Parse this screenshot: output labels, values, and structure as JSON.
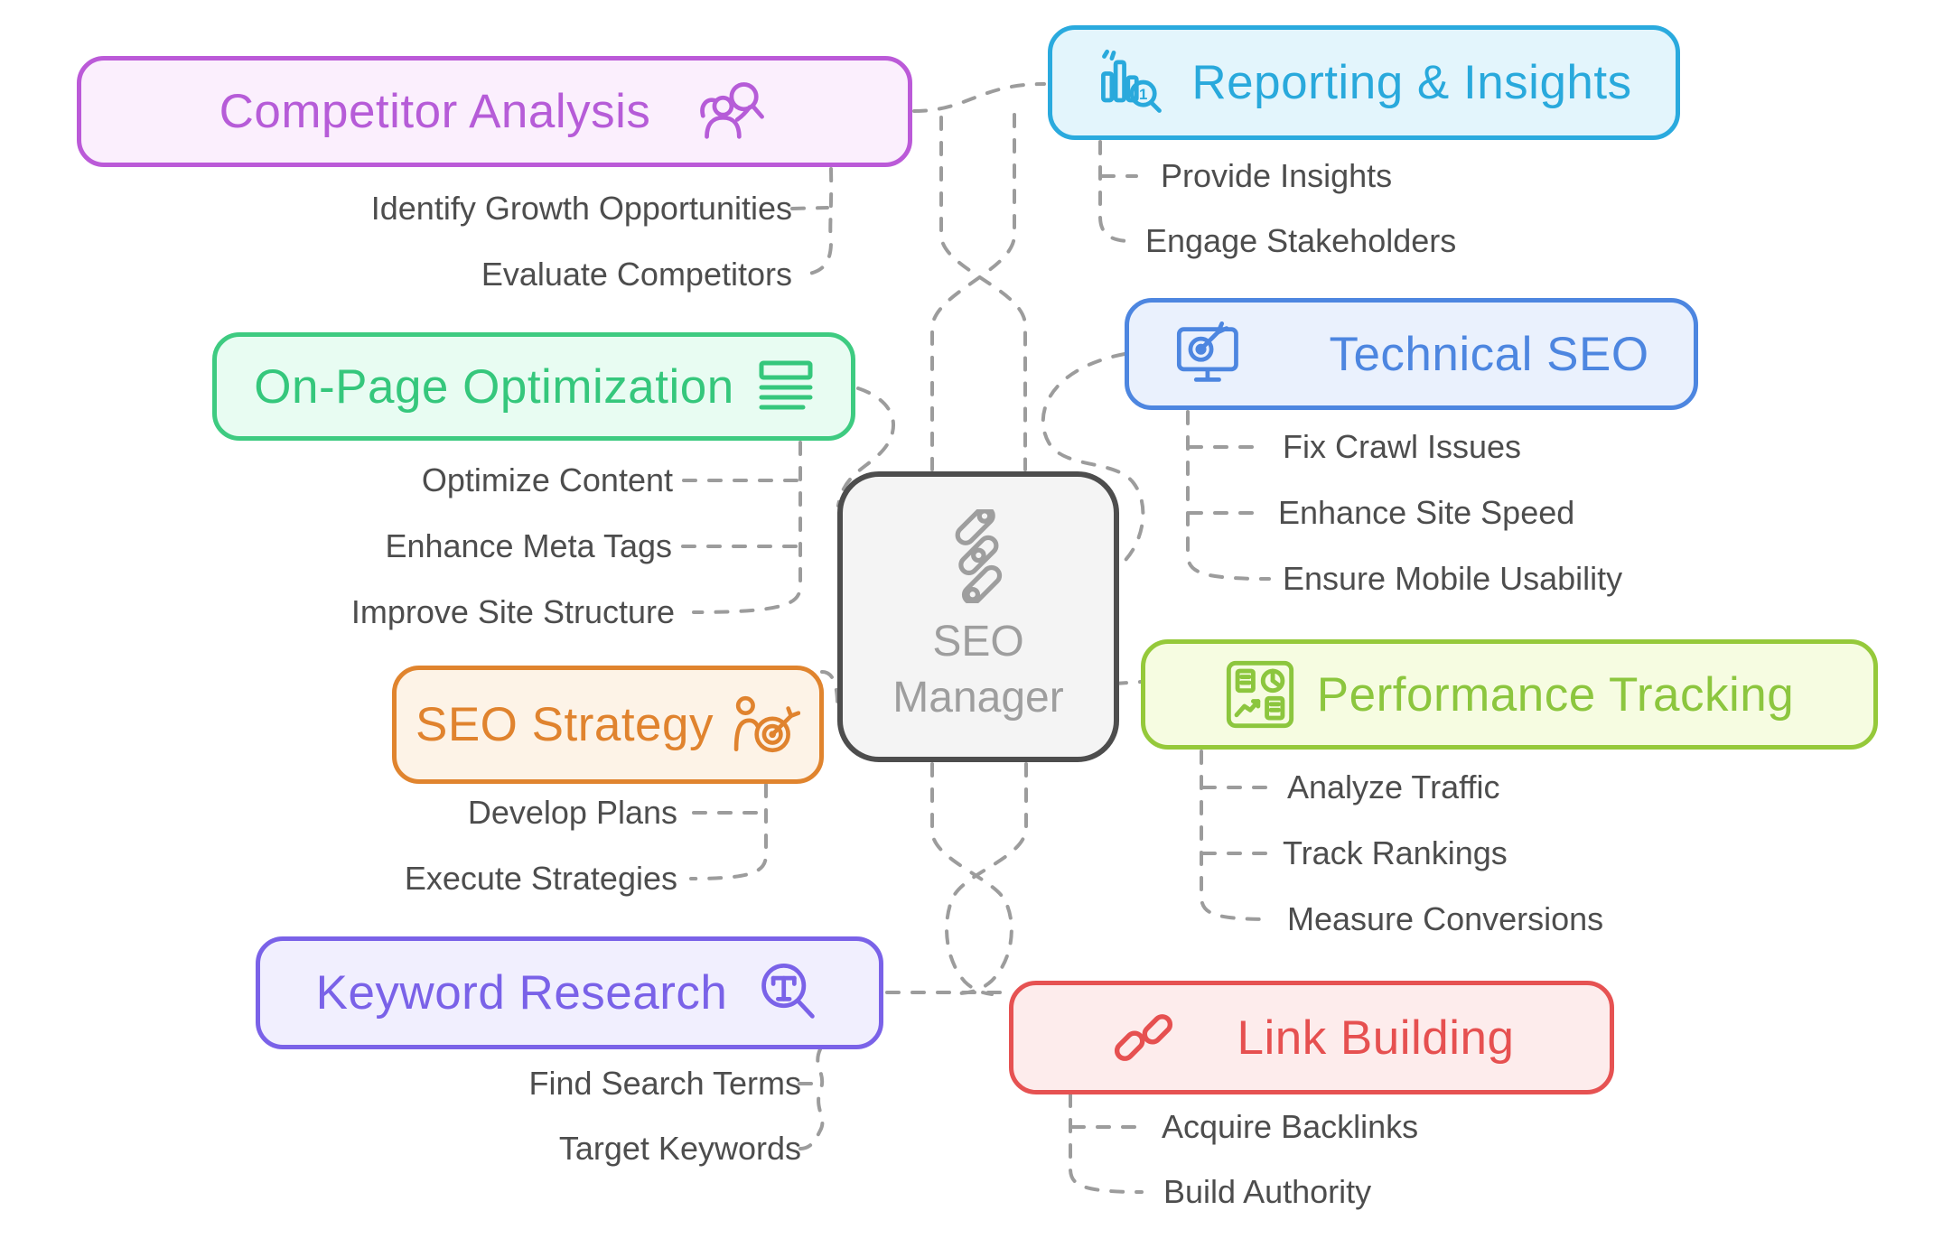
{
  "center_node": {
    "line1": "SEO",
    "line2": "Manager",
    "icon": "seo-logo-icon",
    "border_color": "#4d4d4d",
    "bg_color": "#f4f4f4",
    "text_color": "#9e9e9e"
  },
  "nodes": [
    {
      "id": "competitor-analysis",
      "label": "Competitor Analysis",
      "icon": "people-search-icon",
      "accent": "#b65cd8",
      "bg": "#fbeffd",
      "children": [
        "Identify Growth Opportunities",
        "Evaluate Competitors"
      ]
    },
    {
      "id": "reporting-insights",
      "label": "Reporting & Insights",
      "icon": "bar-chart-search-icon",
      "accent": "#29a9dc",
      "bg": "#e3f5fc",
      "children": [
        "Provide Insights",
        "Engage Stakeholders"
      ]
    },
    {
      "id": "on-page-optimization",
      "label": "On-Page Optimization",
      "icon": "document-lines-icon",
      "accent": "#35c77c",
      "bg": "#e8fcf2",
      "children": [
        "Optimize Content",
        "Enhance Meta Tags",
        "Improve Site Structure"
      ]
    },
    {
      "id": "technical-seo",
      "label": "Technical SEO",
      "icon": "monitor-target-icon",
      "accent": "#4d86e0",
      "bg": "#eaf1fd",
      "children": [
        "Fix Crawl Issues",
        "Enhance Site Speed",
        "Ensure Mobile Usability"
      ]
    },
    {
      "id": "seo-strategy",
      "label": "SEO Strategy",
      "icon": "person-dartboard-icon",
      "accent": "#e0832e",
      "bg": "#fdf3e7",
      "children": [
        "Develop Plans",
        "Execute Strategies"
      ]
    },
    {
      "id": "performance-tracking",
      "label": "Performance Tracking",
      "icon": "dashboard-report-icon",
      "accent": "#8cc63e",
      "bg": "#f6fce1",
      "children": [
        "Analyze Traffic",
        "Track Rankings",
        "Measure Conversions"
      ]
    },
    {
      "id": "keyword-research",
      "label": "Keyword Research",
      "icon": "search-text-icon",
      "accent": "#7a62e8",
      "bg": "#f1effe",
      "children": [
        "Find Search Terms",
        "Target Keywords"
      ]
    },
    {
      "id": "link-building",
      "label": "Link Building",
      "icon": "chain-link-icon",
      "accent": "#e65050",
      "bg": "#fdecec",
      "children": [
        "Acquire Backlinks",
        "Build Authority"
      ]
    }
  ],
  "styles": {
    "connector_color": "#9c9c9c",
    "leaf_text_color": "#4d4d4d",
    "background": "#ffffff"
  }
}
